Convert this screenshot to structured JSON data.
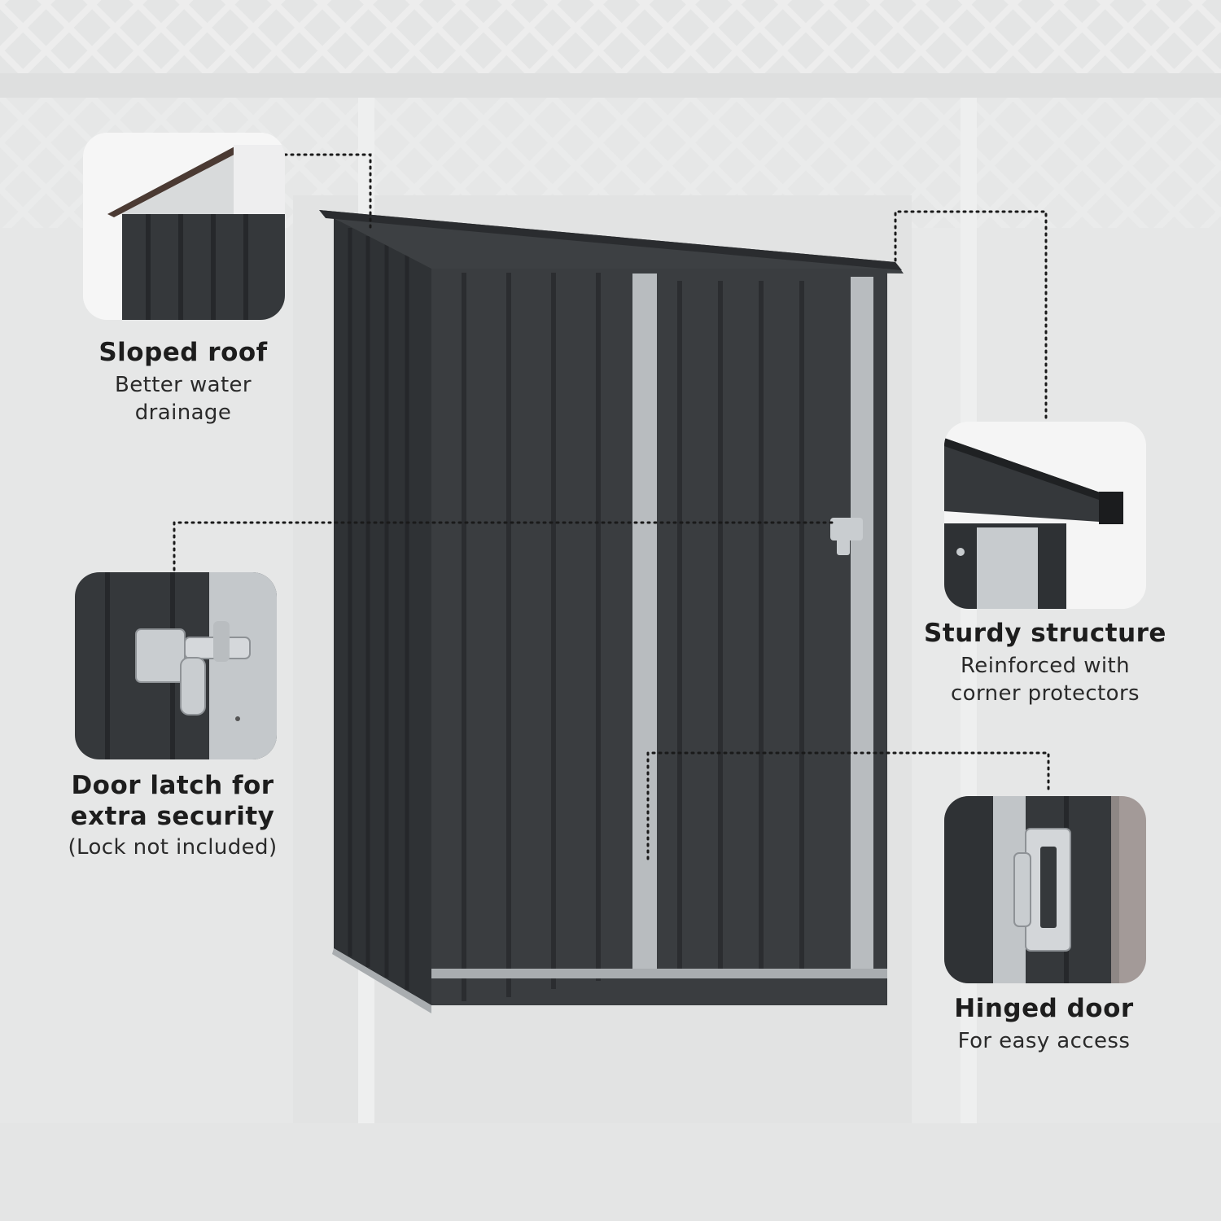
{
  "colors": {
    "background": "#e9eaea",
    "shed_body": "#3a3d40",
    "shed_rib": "#2b2d30",
    "trim": "#b8bcbf",
    "text": "#1d1d1d"
  },
  "features": {
    "roof": {
      "title": "Sloped roof",
      "desc": "Better water\ndrainage",
      "icon": "sloped-roof-closeup"
    },
    "latch": {
      "title": "Door latch for\nextra security",
      "note": "(Lock not included)",
      "icon": "door-latch-closeup"
    },
    "corner": {
      "title": "Sturdy structure",
      "desc": "Reinforced with\ncorner protectors",
      "icon": "corner-protector-closeup"
    },
    "hinge": {
      "title": "Hinged door",
      "desc": "For easy access",
      "icon": "door-hinge-closeup"
    }
  }
}
